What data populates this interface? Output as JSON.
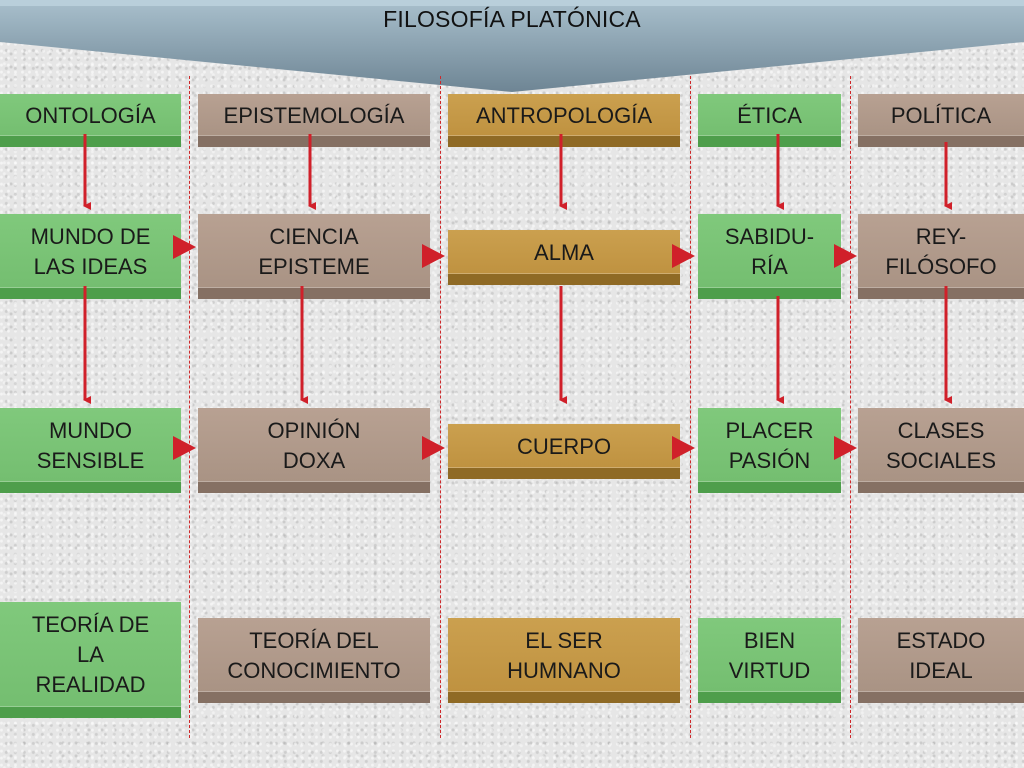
{
  "title": "FILOSOFÍA PLATÓNICA",
  "columns": [
    {
      "header": "ONTOLOGÍA",
      "rows": [
        [
          "MUNDO DE",
          "LAS IDEAS"
        ],
        [
          "MUNDO",
          "SENSIBLE"
        ]
      ],
      "footer": [
        "TEORÍA DE",
        "LA",
        "REALIDAD"
      ]
    },
    {
      "header": "EPISTEMOLOGÍA",
      "rows": [
        [
          "CIENCIA",
          "EPISTEME"
        ],
        [
          "OPINIÓN",
          "DOXA"
        ]
      ],
      "footer": [
        "TEORÍA DEL",
        "CONOCIMIENTO"
      ]
    },
    {
      "header": "ANTROPOLOGÍA",
      "rows": [
        [
          "ALMA"
        ],
        [
          "CUERPO"
        ]
      ],
      "footer": [
        "EL SER",
        "HUMNANO"
      ]
    },
    {
      "header": "ÉTICA",
      "rows": [
        [
          "SABIDU-",
          "RÍA"
        ],
        [
          "PLACER",
          "PASIÓN"
        ]
      ],
      "footer": [
        "BIEN",
        "VIRTUD"
      ]
    },
    {
      "header": "POLÍTICA",
      "rows": [
        [
          "REY-",
          "FILÓSOFO"
        ],
        [
          "CLASES",
          "SOCIALES"
        ]
      ],
      "footer": [
        "ESTADO",
        "IDEAL"
      ]
    }
  ],
  "colors": {
    "green": "#78c174",
    "tan": "#ab9586",
    "gold": "#c29542",
    "arrow": "#d0202a",
    "banner": "#7f95a4"
  }
}
